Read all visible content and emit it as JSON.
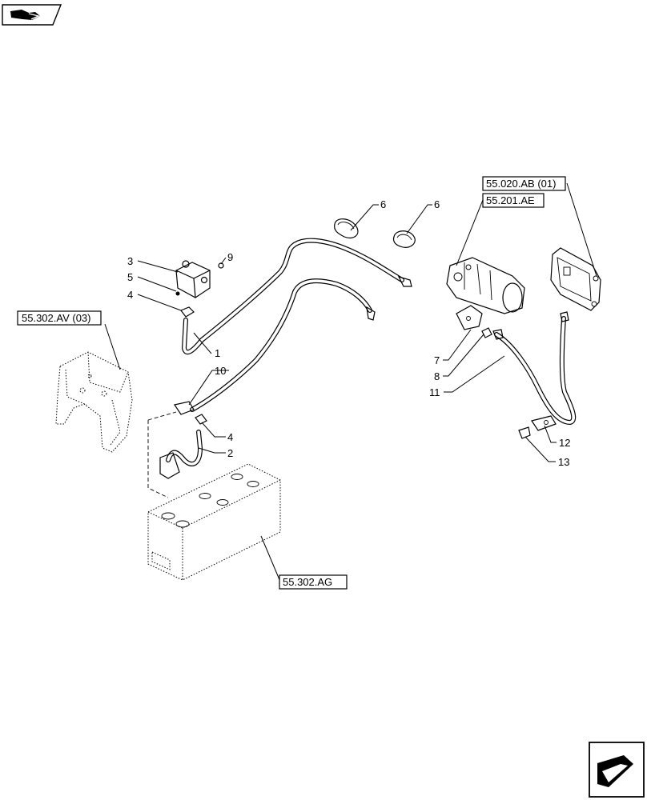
{
  "callouts": {
    "c1": "1",
    "c2": "2",
    "c3": "3",
    "c4a": "4",
    "c4b": "4",
    "c5": "5",
    "c6a": "6",
    "c6b": "6",
    "c7": "7",
    "c8": "8",
    "c9": "9",
    "c10": "10",
    "c11": "11",
    "c12": "12",
    "c13": "13"
  },
  "references": {
    "ref_av": "55.302.AV (03)",
    "ref_ab": "55.020.AB (01)",
    "ref_ae": "55.201.AE",
    "ref_ag": "55.302.AG"
  }
}
